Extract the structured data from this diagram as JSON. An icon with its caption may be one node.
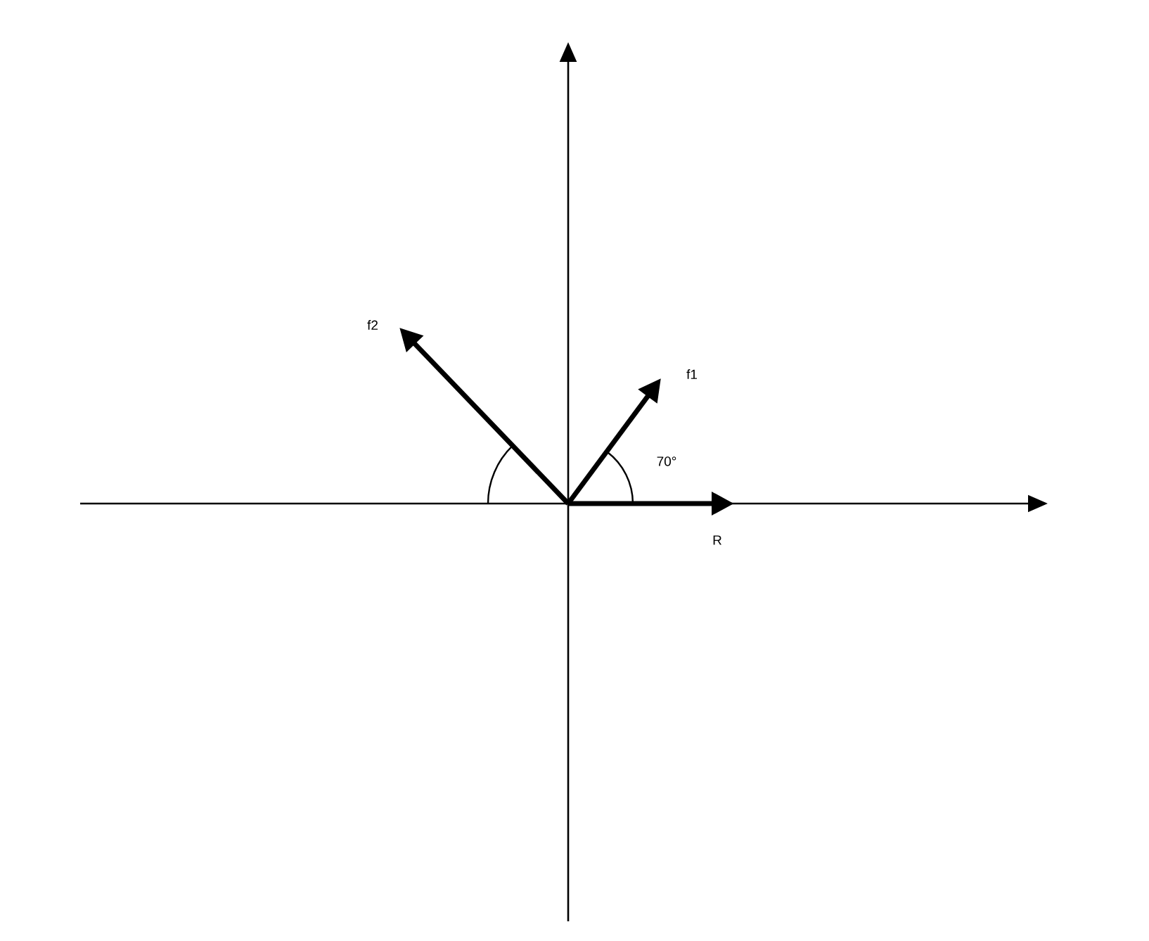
{
  "diagram": {
    "labels": [
      "f2",
      "f1",
      "70°",
      "R"
    ]
  }
}
